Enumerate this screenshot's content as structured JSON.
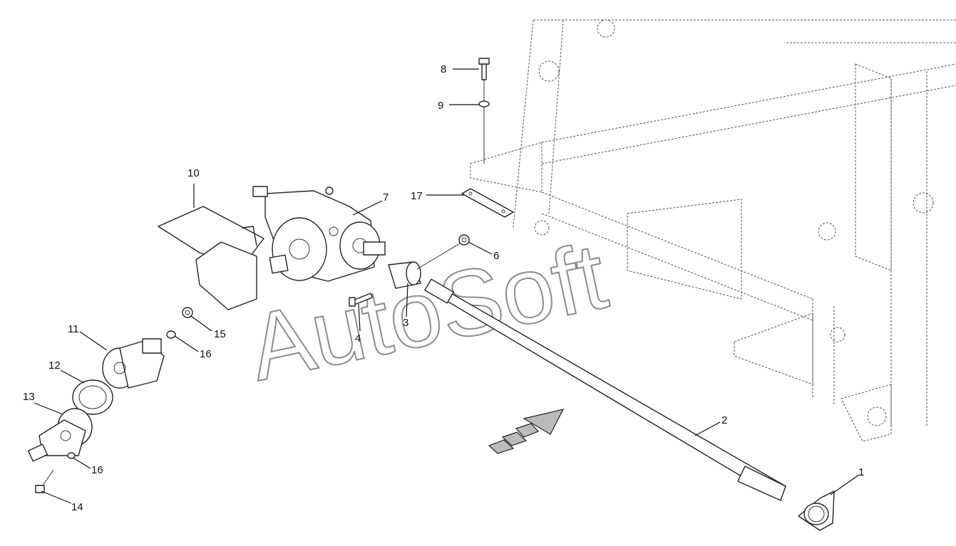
{
  "watermark": "AutoSoft",
  "callouts": [
    {
      "id": "c1",
      "label": "1"
    },
    {
      "id": "c2",
      "label": "2"
    },
    {
      "id": "c3",
      "label": "3"
    },
    {
      "id": "c4",
      "label": "4"
    },
    {
      "id": "c6",
      "label": "6"
    },
    {
      "id": "c7",
      "label": "7"
    },
    {
      "id": "c8",
      "label": "8"
    },
    {
      "id": "c9",
      "label": "9"
    },
    {
      "id": "c10",
      "label": "10"
    },
    {
      "id": "c11",
      "label": "11"
    },
    {
      "id": "c12",
      "label": "12"
    },
    {
      "id": "c13",
      "label": "13"
    },
    {
      "id": "c14",
      "label": "14"
    },
    {
      "id": "c15",
      "label": "15"
    },
    {
      "id": "c16a",
      "label": "16"
    },
    {
      "id": "c16b",
      "label": "16"
    },
    {
      "id": "c17",
      "label": "17"
    }
  ]
}
